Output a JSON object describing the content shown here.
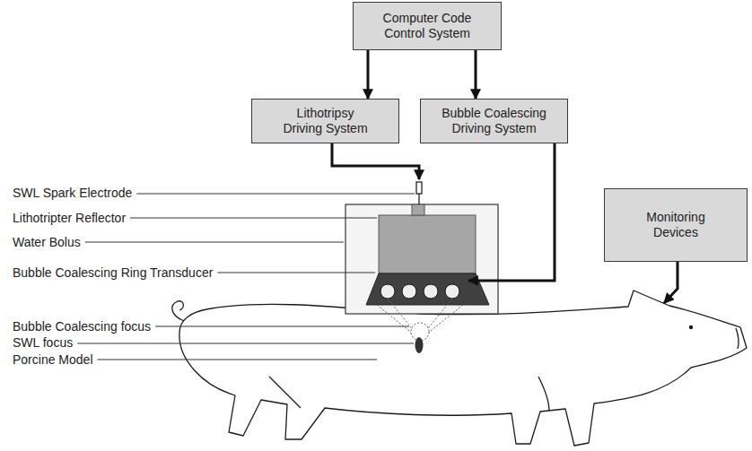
{
  "diagram": {
    "nodes": [
      {
        "text": [
          "Computer Code Control System"
        ]
      },
      {
        "text": [
          "Lithotripsy Driving System"
        ]
      },
      {
        "text": [
          "Bubble Coalescing Driving System"
        ]
      },
      {
        "text": [
          "Monitoring Devices"
        ]
      }
    ],
    "edges": [
      {
        "from": 0,
        "to": 1,
        "arrow": "to"
      },
      {
        "from": 0,
        "to": 2,
        "arrow": "to"
      }
    ],
    "labels": [
      "SWL Spark Electrode",
      "Lithotripter Reflector",
      "Water Bolus",
      "Bubble Coalescing Ring Transducer",
      "Bubble Coalescing focus",
      "SWL focus",
      "Porcine Model"
    ]
  }
}
